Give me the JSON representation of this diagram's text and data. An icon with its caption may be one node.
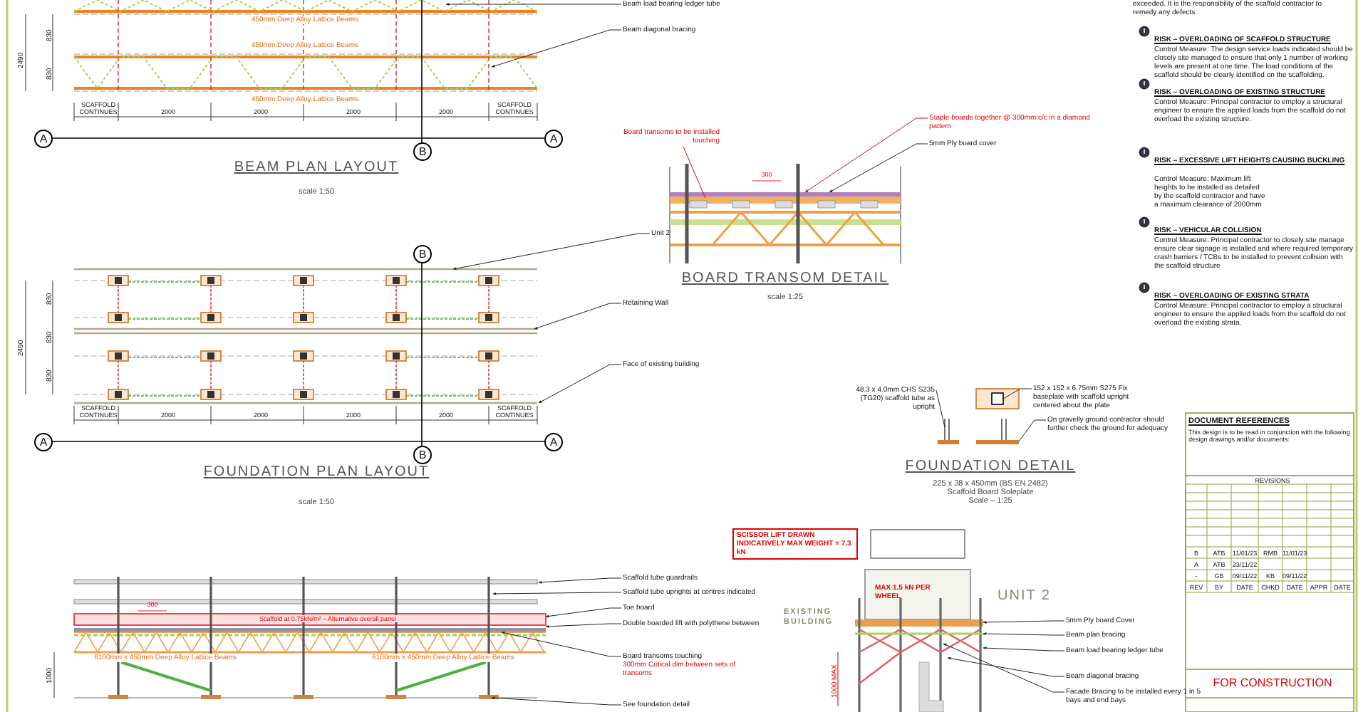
{
  "diagram": {
    "nodes": [
      {
        "text": [
          "Beam load bearing ledger tube"
        ]
      },
      {
        "text": [
          "Beam diagonal bracing"
        ]
      },
      {
        "text": [
          "Unit 2"
        ]
      },
      {
        "text": [
          "Retaining Wall"
        ]
      },
      {
        "text": [
          "Face of existing building"
        ]
      },
      {
        "text": [
          "Board transoms to be installed touching"
        ]
      },
      {
        "text": [
          "Staple boards together @ 300mm c/c in a diamond pattern"
        ]
      },
      {
        "text": [
          "5mm Ply board cover"
        ]
      },
      {
        "text": [
          "48.3 x 4.0mm CHS S235 (TG20) scaffold tube as upright"
        ]
      },
      {
        "text": [
          "152 x 152 x 6.75mm S275 Fix baseplate with scaffold upright centered about the plate"
        ]
      },
      {
        "text": [
          "On gravelly ground contractor should further check the ground for adequacy"
        ]
      },
      {
        "text": [
          "Scaffold tube guardrails"
        ]
      },
      {
        "text": [
          "Scaffold tube uprights at centres indicated"
        ]
      },
      {
        "text": [
          "Toe board"
        ]
      },
      {
        "text": [
          "Double boarded lift with polythene between"
        ]
      },
      {
        "text": [
          "Board transoms touching",
          "300mm Critical dim between sets of transoms"
        ]
      },
      {
        "text": [
          "See foundation detail"
        ]
      },
      {
        "text": [
          "5mm Ply board Cover"
        ]
      },
      {
        "text": [
          "Beam plan bracing"
        ]
      },
      {
        "text": [
          "Beam load bearing ledger tube"
        ]
      },
      {
        "text": [
          "Beam diagonal bracing"
        ]
      },
      {
        "text": [
          "Facade Bracing to be installed every 1 in 5 bays and end bays"
        ]
      },
      {
        "text": [],
        "shape": "picture"
      },
      {
        "text": [],
        "shape": "picture"
      },
      {
        "text": [],
        "shape": "picture"
      },
      {
        "text": [],
        "shape": "picture"
      },
      {
        "text": [],
        "shape": "picture"
      },
      {
        "text": [],
        "shape": "picture"
      }
    ],
    "edges": [
      {
        "from": 0,
        "to": 22,
        "arrow": "to"
      },
      {
        "from": 1,
        "to": 22,
        "arrow": "to"
      },
      {
        "from": 2,
        "to": 23,
        "arrow": "to"
      },
      {
        "from": 3,
        "to": 23,
        "arrow": "to"
      },
      {
        "from": 4,
        "to": 23,
        "arrow": "to"
      },
      {
        "from": 5,
        "to": 24,
        "arrow": "none",
        "color": "#e00000"
      },
      {
        "from": 6,
        "to": 24,
        "arrow": "to",
        "color": "#e00000"
      },
      {
        "from": 7,
        "to": 24,
        "arrow": "to"
      },
      {
        "from": 8,
        "to": 25,
        "arrow": "none"
      },
      {
        "from": 9,
        "to": 25,
        "arrow": "none"
      },
      {
        "from": 10,
        "to": 25,
        "arrow": "none"
      },
      {
        "from": 11,
        "to": 26,
        "arrow": "to"
      },
      {
        "from": 12,
        "to": 26,
        "arrow": "to"
      },
      {
        "from": 13,
        "to": 26,
        "arrow": "to"
      },
      {
        "from": 14,
        "to": 26,
        "arrow": "to"
      },
      {
        "from": 15,
        "to": 26,
        "arrow": "to"
      },
      {
        "from": 16,
        "to": 26,
        "arrow": "to"
      },
      {
        "from": 17,
        "to": 27,
        "arrow": "to"
      },
      {
        "from": 18,
        "to": 27,
        "arrow": "to"
      },
      {
        "from": 19,
        "to": 27,
        "arrow": "to"
      },
      {
        "from": 20,
        "to": 27,
        "arrow": "to"
      },
      {
        "from": 21,
        "to": 27,
        "arrow": "to"
      }
    ],
    "labels": [
      "exceeded. It is the responsibility of the scaffold contractor to remedy any defects",
      "450mm Deep Alloy Lattice Beams",
      "450mm Deep Alloy Lattice Beams",
      "450mm Deep Alloy Lattice Beams",
      "2490",
      "830",
      "830",
      "SCAFFOLD CONTINUES",
      "2000",
      "2000",
      "2000",
      "2000",
      "SCAFFOLD CONTINUES",
      "A",
      "A",
      "B",
      "BEAM PLAN LAYOUT",
      "scale 1:50",
      "B",
      "2490",
      "830",
      "830",
      "830",
      "SCAFFOLD CONTINUES",
      "2000",
      "2000",
      "2000",
      "2000",
      "SCAFFOLD CONTINUES",
      "A",
      "A",
      "B",
      "FOUNDATION PLAN LAYOUT",
      "scale 1:50",
      "300",
      "Scaffold at 0.75kN/m² – Alternative overall panel",
      "6100mm x 450mm Deep Alloy Lattice Beams",
      "6100mm x 450mm Deep Alloy Lattice Beams",
      "1000",
      "300",
      "BOARD TRANSOM DETAIL",
      "scale 1:25",
      "FOUNDATION DETAIL",
      "225 x 38 x 450mm (BS EN 2482)",
      "Scaffold Board Soleplate",
      "Scale – 1:25",
      "SCISSOR LIFT DRAWN INDICATIVELY MAX WEIGHT = 7.3 kN",
      "MAX 1.5 kN PER WHEEL",
      "UNIT 2",
      "EXISTING BUILDING",
      "1000 MAX",
      "RISK – OVERLOADING OF SCAFFOLD STRUCTURE",
      "Control Measure: The design service loads indicated should be closely site managed to ensure that only 1 number of working levels are present at one time. The load conditions of the scaffold should be clearly identified on the scaffolding.",
      "RISK – OVERLOADING OF EXISTING STRUCTURE",
      "Control Measure: Principal contractor to employ a structural engineer to ensure the applied loads from the scaffold do not overload the existing structure.",
      "RISK – EXCESSIVE LIFT HEIGHTS CAUSING BUCKLING",
      "Control Measure: Maximum lift heights to be installed as detailed by the scaffold contractor and have a maximum clearance of 2000mm",
      "RISK – VEHICULAR COLLISION",
      "Control Measure: Principal contractor to closely site manage ensure clear signage is installed and where required temporary crash barriers / TCBs to be installed to prevent collision with the scaffold structure",
      "RISK – OVERLOADING OF EXISTING STRATA",
      "Control Measure: Principal contractor to employ a structural engineer to ensure the applied loads from the scaffold do not overload the existing strata.",
      "DOCUMENT REFERENCES",
      "This design is to be read in conjunction with the following design drawings and/or documents:",
      "REVISIONS",
      "B",
      "ATB",
      "11/01/23",
      "RMB",
      "11/01/23",
      "A",
      "ATB",
      "23/11/22",
      "-",
      "GB",
      "09/11/22",
      "KB",
      "09/11/22",
      "REV",
      "BY",
      "DATE",
      "CHKD",
      "DATE",
      "APPR",
      "DATE",
      "FOR CONSTRUCTION"
    ]
  }
}
